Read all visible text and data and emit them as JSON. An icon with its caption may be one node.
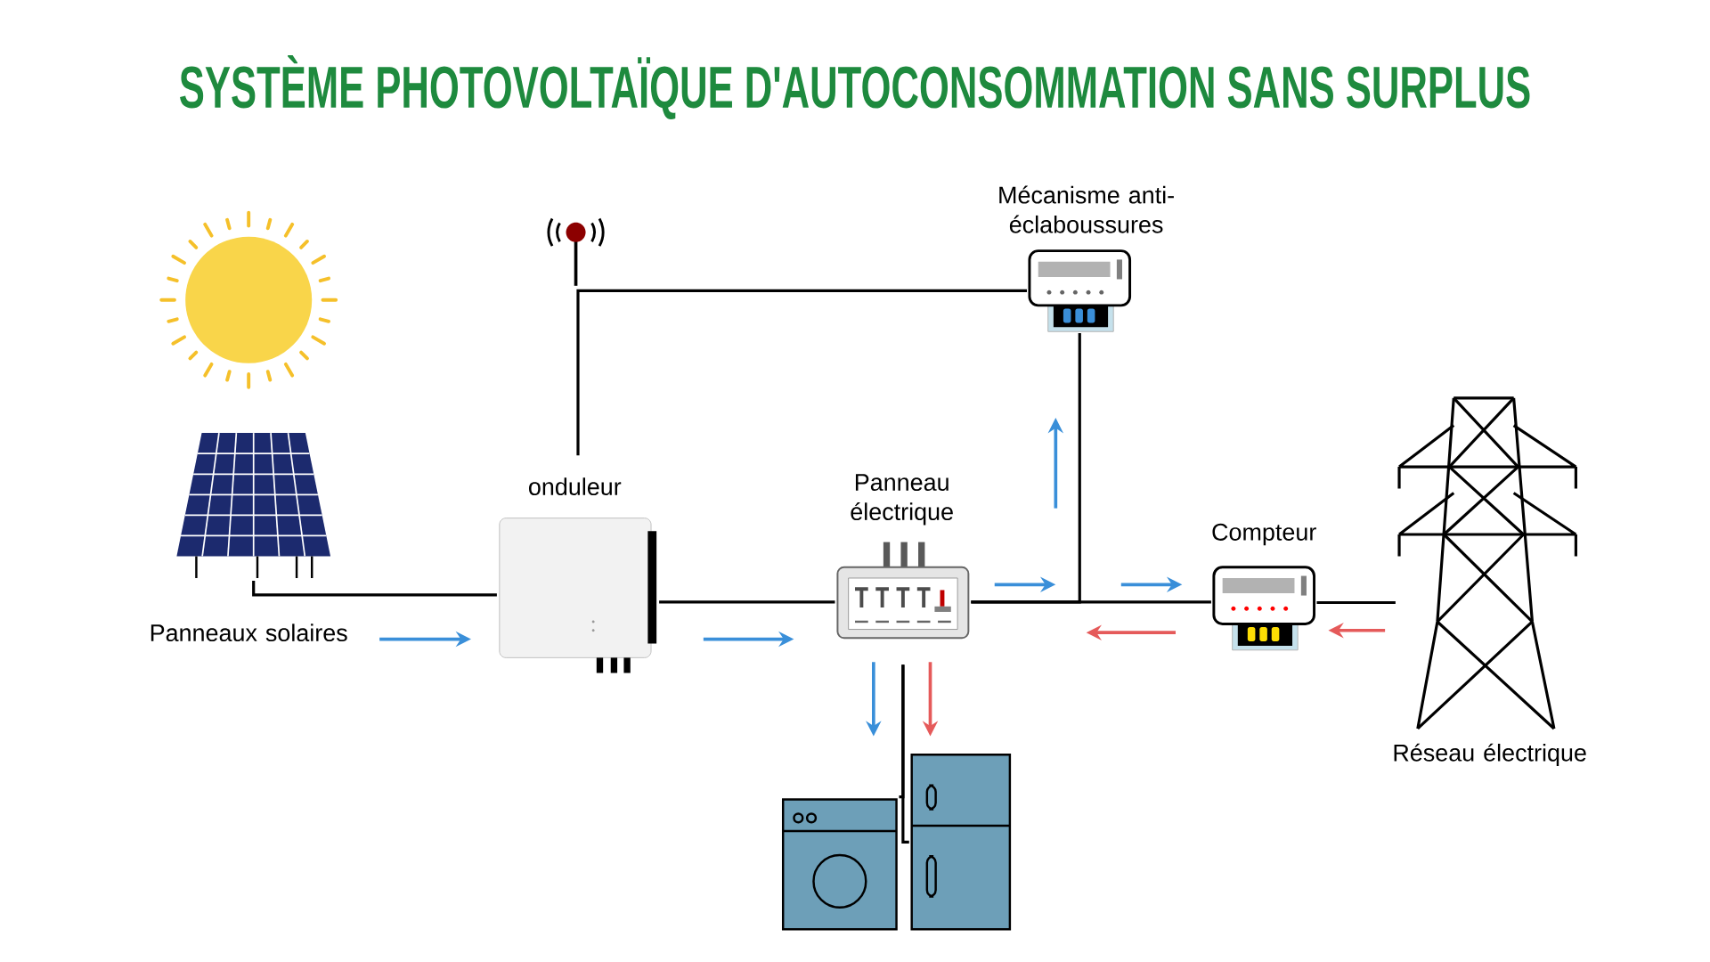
{
  "diagram": {
    "title": "SYSTÈME PHOTOVOLTAÏQUE D'AUTOCONSOMMATION SANS SURPLUS",
    "nodes": [
      {
        "text": [],
        "shape": "picture",
        "beside": [
          "Panneaux solaires"
        ]
      },
      {
        "text": [],
        "shape": "picture",
        "beside": [
          "onduleur"
        ]
      },
      {
        "text": [],
        "shape": "picture",
        "beside": [
          "Mécanisme anti-éclaboussures"
        ]
      },
      {
        "text": [],
        "shape": "picture",
        "beside": [
          "Panneau électrique"
        ]
      },
      {
        "text": [],
        "shape": "picture",
        "beside": [
          "Compteur"
        ]
      },
      {
        "text": [],
        "shape": "picture",
        "beside": [
          "Réseau électrique"
        ]
      },
      {
        "text": [],
        "shape": "picture"
      },
      {
        "text": [],
        "shape": "picture"
      }
    ],
    "edges": [
      {
        "from": 0,
        "to": 1,
        "arrow": "none"
      },
      {
        "from": 1,
        "to": 2,
        "arrow": "none"
      },
      {
        "from": 1,
        "to": 3,
        "arrow": "none"
      },
      {
        "from": 3,
        "to": 4,
        "arrow": "none"
      },
      {
        "from": 2,
        "to": 3,
        "arrow": "none"
      },
      {
        "from": 4,
        "to": 5,
        "arrow": "none"
      },
      {
        "from": 3,
        "to": 6,
        "arrow": "none"
      },
      {
        "from": 3,
        "to": 7,
        "arrow": "none"
      }
    ]
  }
}
